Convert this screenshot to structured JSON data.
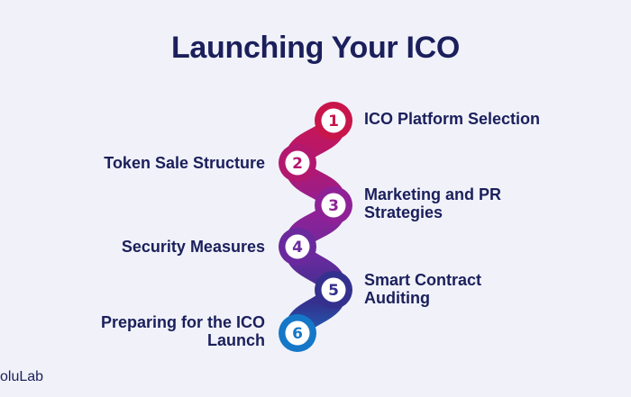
{
  "title": "Launching Your ICO",
  "steps": [
    {
      "number": "1",
      "label": "ICO Platform Selection",
      "side": "right",
      "color": "#c8154a"
    },
    {
      "number": "2",
      "label": "Token Sale Structure",
      "side": "left",
      "color": "#b3186f"
    },
    {
      "number": "3",
      "label": "Marketing and PR\nStrategies",
      "side": "right",
      "color": "#8f2196"
    },
    {
      "number": "4",
      "label": "Security Measures",
      "side": "left",
      "color": "#6a2a9d"
    },
    {
      "number": "5",
      "label": "Smart Contract\nAuditing",
      "side": "right",
      "color": "#34308d"
    },
    {
      "number": "6",
      "label": "Preparing for the ICO\nLaunch",
      "side": "left",
      "color": "#1577c7"
    }
  ],
  "brand": "oluLab",
  "colors": {
    "background": "#f1f2f9",
    "text": "#1b1f5c"
  }
}
